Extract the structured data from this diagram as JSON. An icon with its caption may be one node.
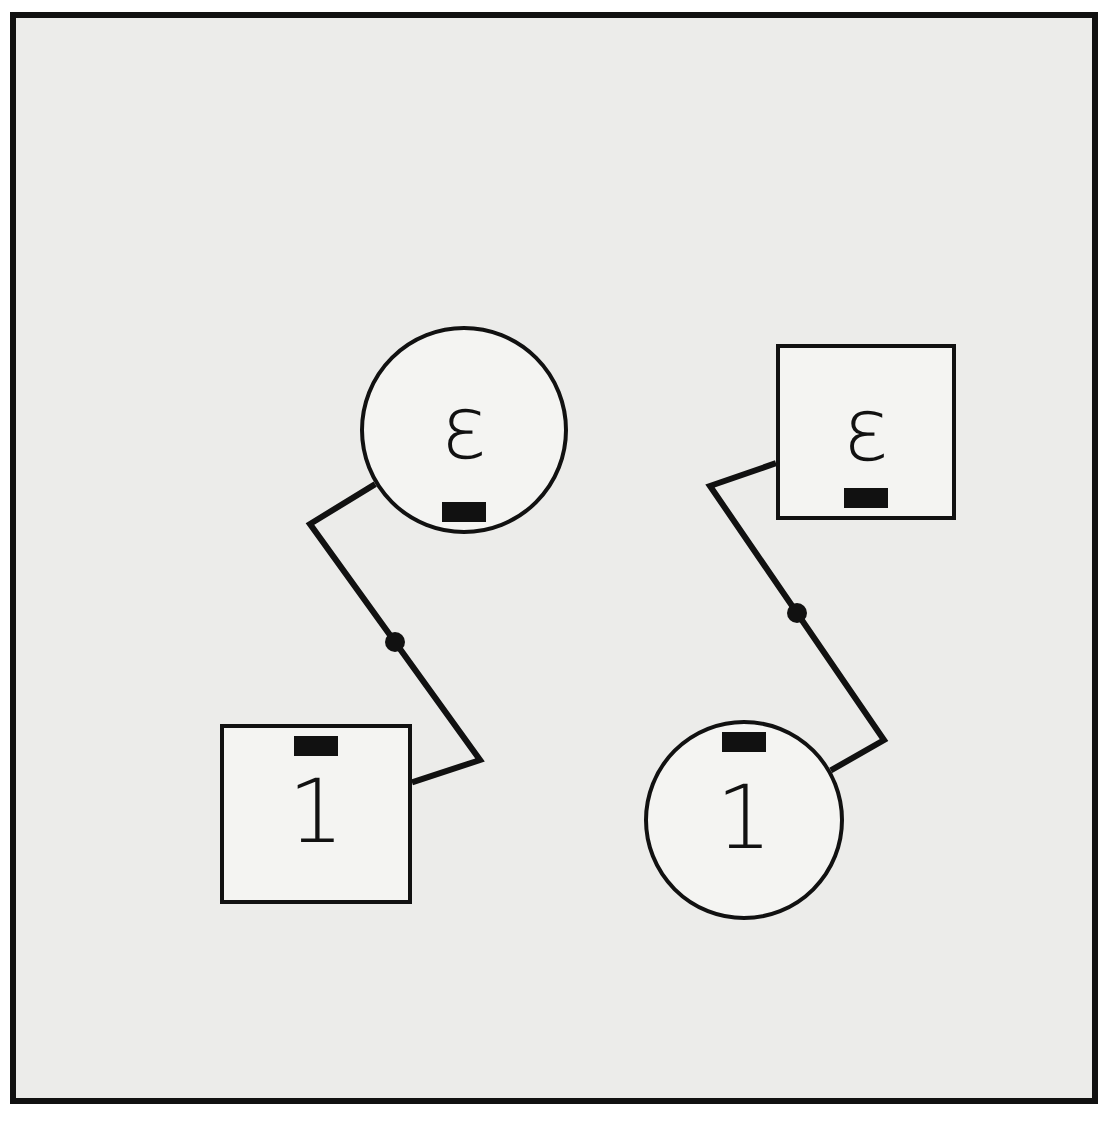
{
  "diagram": {
    "nodes": [
      {
        "text": [
          "ε"
        ]
      },
      {
        "text": [
          "ε"
        ]
      },
      {
        "text": [
          "1"
        ]
      },
      {
        "text": [
          "1"
        ]
      }
    ],
    "edges": [
      {
        "from": 0,
        "to": 2,
        "arrow": "none"
      },
      {
        "from": 1,
        "to": 3,
        "arrow": "none"
      }
    ]
  }
}
